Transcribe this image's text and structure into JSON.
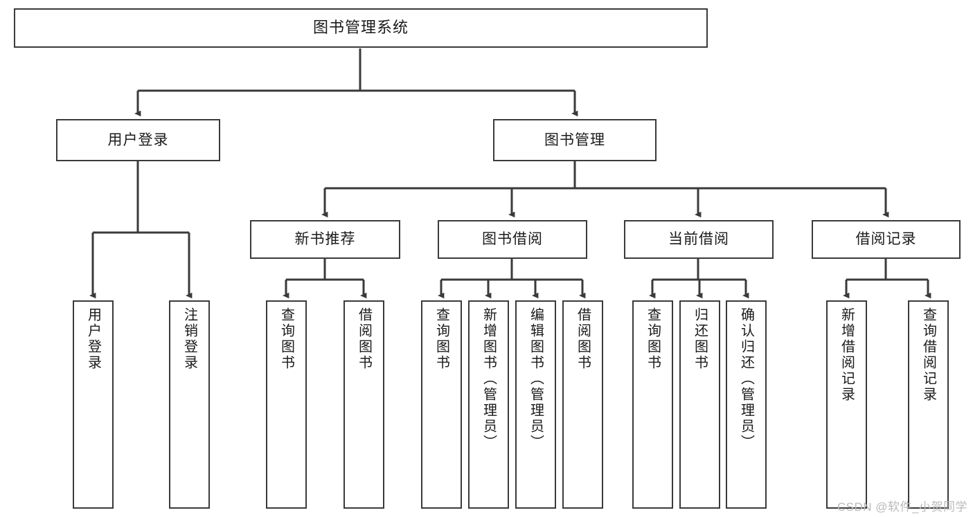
{
  "diagram": {
    "title": "图书管理系统",
    "type": "tree-hierarchy-diagram",
    "colors": {
      "box_border": "#3a3a3a",
      "box_fill": "#ffffff",
      "connector": "#3a3a3a",
      "text": "#1a1a1a",
      "watermark": "#b9b9b9",
      "background": "#ffffff"
    },
    "root": {
      "label": "图书管理系统"
    },
    "level2": [
      {
        "id": "user-login",
        "label": "用户登录"
      },
      {
        "id": "book-management",
        "label": "图书管理"
      }
    ],
    "level3": [
      {
        "id": "new-book-recommend",
        "label": "新书推荐"
      },
      {
        "id": "book-borrow",
        "label": "图书借阅"
      },
      {
        "id": "current-borrow",
        "label": "当前借阅"
      },
      {
        "id": "borrow-record",
        "label": "借阅记录"
      }
    ],
    "leaves": {
      "user_login": [
        {
          "id": "leaf-user-login",
          "label": "用户登录"
        },
        {
          "id": "leaf-logout-login",
          "label": "注销登录"
        }
      ],
      "new_book_recommend": [
        {
          "id": "leaf-query-book-1",
          "label": "查询图书"
        },
        {
          "id": "leaf-borrow-book-1",
          "label": "借阅图书"
        }
      ],
      "book_borrow": [
        {
          "id": "leaf-query-book-2",
          "label": "查询图书"
        },
        {
          "id": "leaf-add-book",
          "label": "新增图书（管理员）"
        },
        {
          "id": "leaf-edit-book",
          "label": "编辑图书（管理员）"
        },
        {
          "id": "leaf-borrow-book-2",
          "label": "借阅图书"
        }
      ],
      "current_borrow": [
        {
          "id": "leaf-query-book-3",
          "label": "查询图书"
        },
        {
          "id": "leaf-return-book",
          "label": "归还图书"
        },
        {
          "id": "leaf-confirm-return",
          "label": "确认归还（管理员）"
        }
      ],
      "borrow_record": [
        {
          "id": "leaf-add-record",
          "label": "新增借阅记录"
        },
        {
          "id": "leaf-query-record",
          "label": "查询借阅记录"
        }
      ]
    }
  },
  "watermark": {
    "text": "CSDN @软件_小贺同学"
  }
}
